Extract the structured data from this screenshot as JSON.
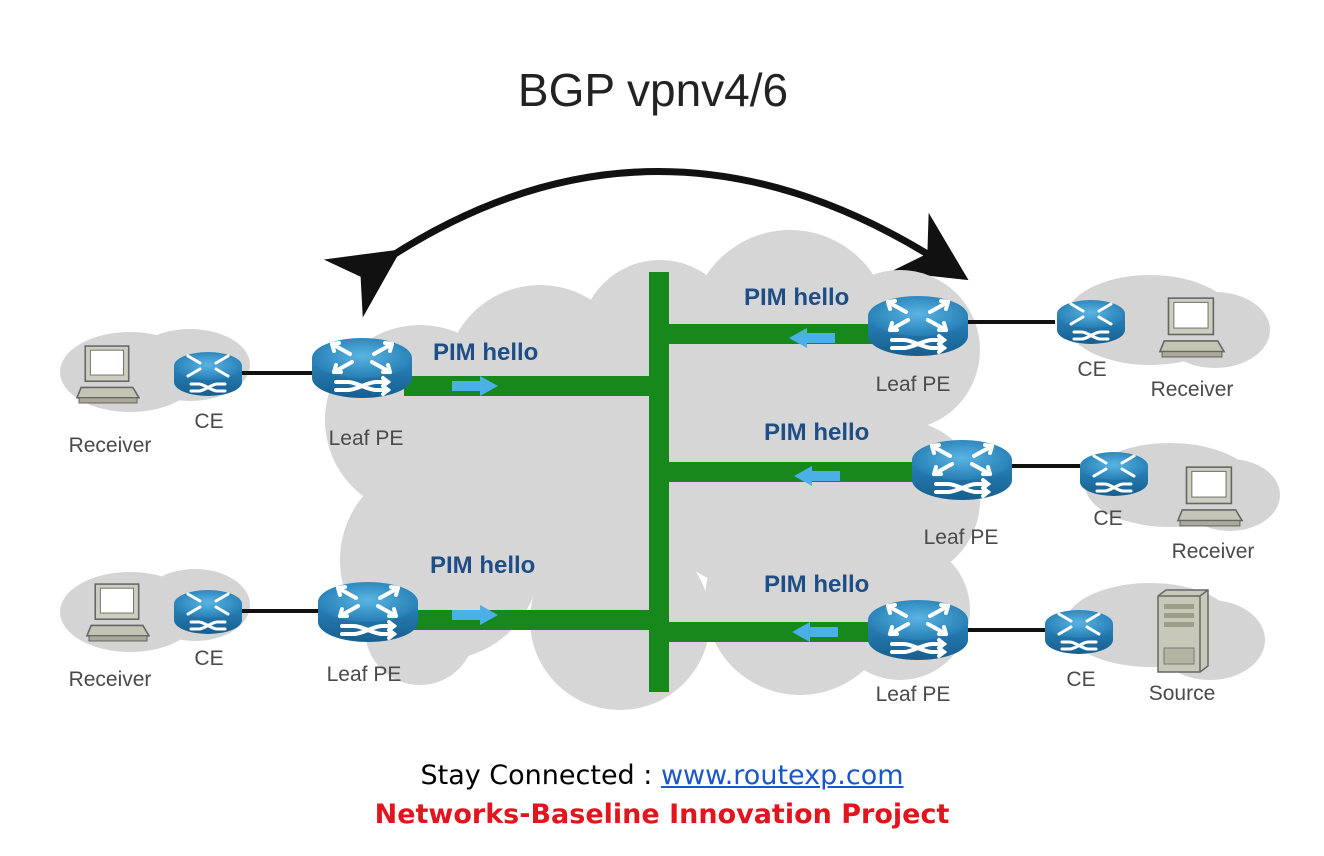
{
  "title": "BGP vpnv4/6",
  "pim_label": "PIM hello",
  "labels": {
    "leaf_pe": "Leaf PE",
    "ce": "CE",
    "receiver": "Receiver",
    "source": "Source"
  },
  "footer": {
    "prefix": "Stay Connected : ",
    "link": "www.routexp.com",
    "project": "Networks-Baseline Innovation Project"
  },
  "colors": {
    "link_green": "#17891c",
    "cloud": "#d6d6d6",
    "router_blue": "#2a86bd",
    "pim_blue": "#1f4e86",
    "arrow_blue": "#4ab0e6"
  }
}
